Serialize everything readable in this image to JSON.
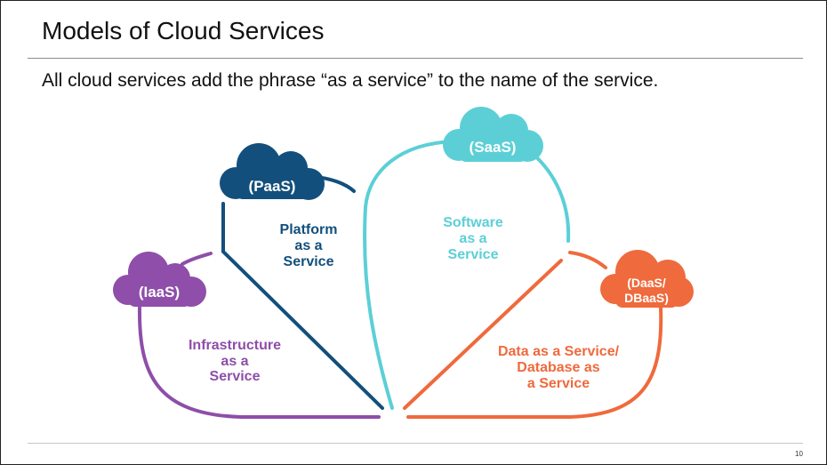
{
  "slide": {
    "title": "Models of Cloud Services",
    "subtitle": "All cloud services add the phrase “as a service” to the name of the service.",
    "page_number": "10"
  },
  "colors": {
    "iaas": "#8e4ea9",
    "paas": "#134f7c",
    "saas": "#5ccfd6",
    "daas": "#ef6a3c"
  },
  "diagram": {
    "iaas": {
      "cloud_label": "(IaaS)",
      "text_line1": "Infrastructure",
      "text_line2": "as a",
      "text_line3": "Service"
    },
    "paas": {
      "cloud_label": "(PaaS)",
      "text_line1": "Platform",
      "text_line2": "as a",
      "text_line3": "Service"
    },
    "saas": {
      "cloud_label": "(SaaS)",
      "text_line1": "Software",
      "text_line2": "as a",
      "text_line3": "Service"
    },
    "daas": {
      "cloud_label_line1": "(DaaS/",
      "cloud_label_line2": "DBaaS)",
      "text_line1": "Data as a Service/",
      "text_line2": "Database as",
      "text_line3": "a Service"
    }
  }
}
